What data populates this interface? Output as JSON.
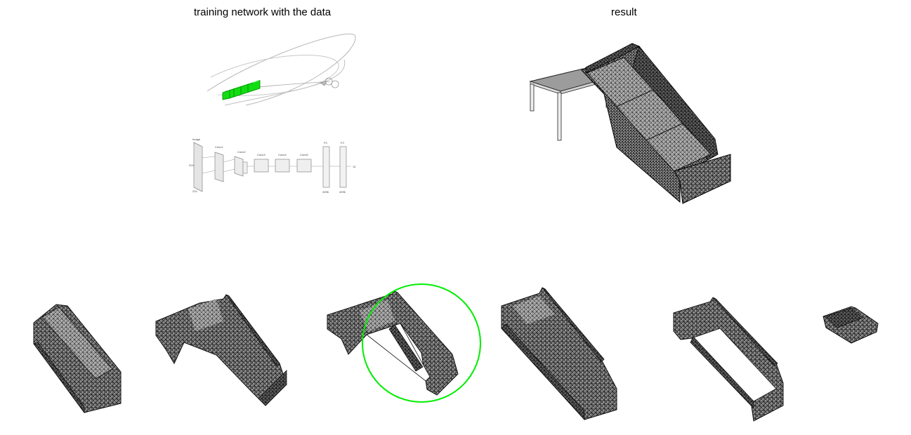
{
  "panels": {
    "left_title": "training network with the data",
    "right_title": "result"
  },
  "network_diagram": {
    "input_label": "Image",
    "input_size_top": "224",
    "input_size_bottom": "224",
    "layers": [
      "Conv1",
      "Conv2",
      "Conv3",
      "Conv4",
      "Conv5",
      "FC",
      "FC"
    ],
    "fc_sizes": [
      "4096",
      "4096"
    ],
    "output_size": "10"
  },
  "colors": {
    "highlight": "#00ff00",
    "mesh_fill": "#8c8c8c",
    "mesh_lines": "#1a1a1a",
    "table_top": "#9a9a9a"
  },
  "meshes": [
    "sofa-variant-1",
    "sofa-variant-2",
    "sofa-variant-3",
    "sofa-variant-4",
    "sofa-variant-5",
    "sofa-variant-6"
  ]
}
